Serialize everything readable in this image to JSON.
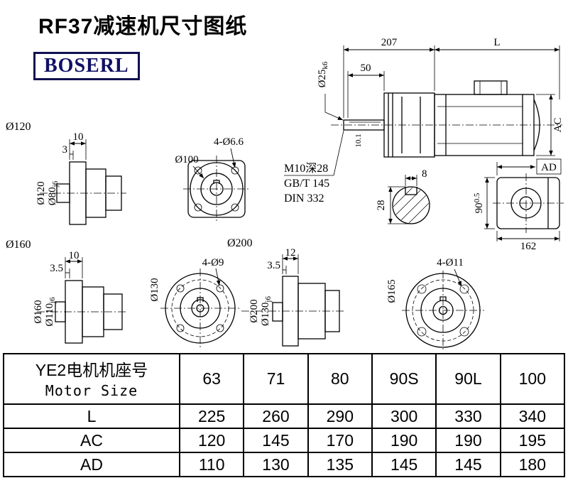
{
  "page": {
    "title": "RF37减速机尺寸图纸",
    "logo": "BOSERL"
  },
  "main_view": {
    "dim_207": "207",
    "dim_l": "L",
    "dim_50": "50",
    "shaft_dia": "Ø25",
    "shaft_tol": "k6",
    "dim_ac": "AC",
    "dim_101": "10.1",
    "note_thread": "M10深28",
    "note_gbt": "GB/T 145",
    "note_din": "DIN 332"
  },
  "keyway_view": {
    "dim_width": "8",
    "dim_height": "28"
  },
  "ad_view": {
    "dim_ad": "AD",
    "dim_90": "90",
    "dim_90_tol": "0.5",
    "dim_162": "162"
  },
  "view_120": {
    "callout": "Ø120",
    "dim_10": "10",
    "dim_3": "3",
    "flange_dia": "Ø120",
    "hub_dia": "Ø80",
    "hub_tol": "j6"
  },
  "square_flange": {
    "holes": "4-Ø6.6",
    "bolt_circle": "Ø100"
  },
  "view_160": {
    "callout": "Ø160",
    "dim_10": "10",
    "dim_35": "3.5",
    "flange_dia": "Ø160",
    "hub_dia": "Ø110",
    "hub_tol": "j6"
  },
  "flange_130": {
    "holes": "4-Ø9",
    "dia": "Ø130"
  },
  "view_200": {
    "callout": "Ø200",
    "dim_12": "12",
    "dim_35": "3.5",
    "flange_dia": "Ø200",
    "hub_dia": "Ø130",
    "hub_tol": "j6"
  },
  "flange_165": {
    "holes": "4-Ø11",
    "dia": "Ø165"
  },
  "table": {
    "header_cn": "YE2电机机座号",
    "header_en": "Motor Size",
    "sizes": [
      "63",
      "71",
      "80",
      "90S",
      "90L",
      "100"
    ],
    "rows": [
      {
        "label": "L",
        "values": [
          "225",
          "260",
          "290",
          "300",
          "330",
          "340"
        ]
      },
      {
        "label": "AC",
        "values": [
          "120",
          "145",
          "170",
          "190",
          "190",
          "195"
        ]
      },
      {
        "label": "AD",
        "values": [
          "110",
          "130",
          "135",
          "145",
          "145",
          "180"
        ]
      }
    ]
  }
}
